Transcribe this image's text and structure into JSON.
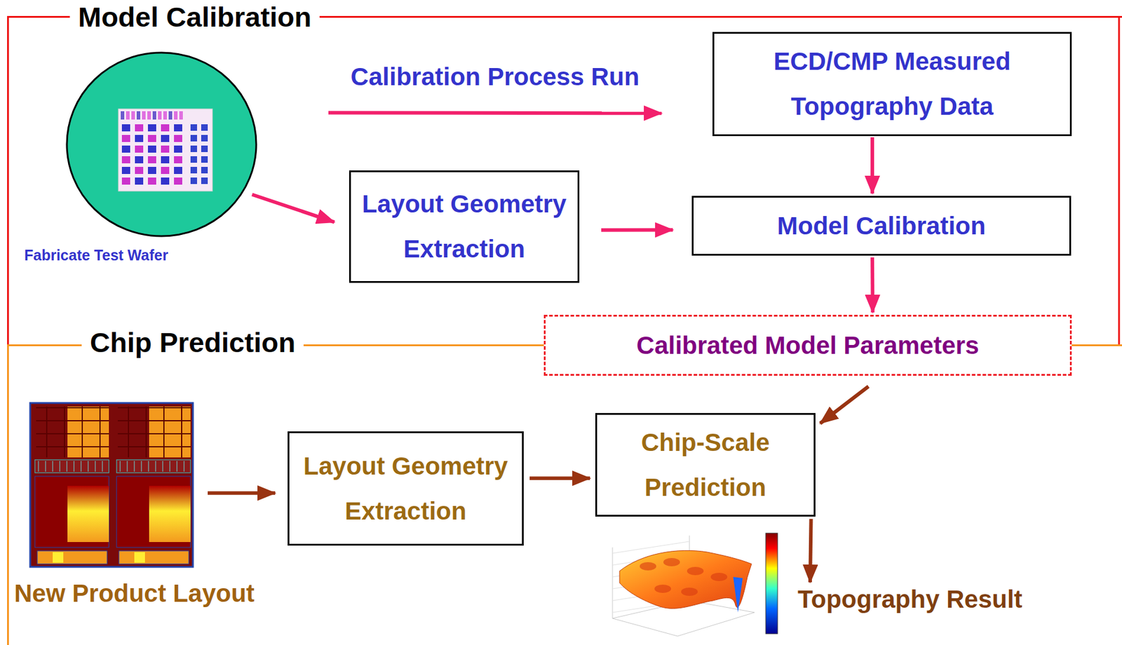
{
  "diagram": {
    "nodes": [
      {
        "text": [
          "Model Calibration"
        ]
      },
      {
        "text": [
          "Fabricate Test Wafer"
        ],
        "in": 0
      },
      {
        "text": [
          "ECD/CMP Measured Topography Data"
        ],
        "in": 0
      },
      {
        "text": [
          "Layout Geometry Extraction"
        ],
        "in": 0
      },
      {
        "text": [
          "Model Calibration"
        ],
        "in": 0
      },
      {
        "text": [
          "Chip Prediction"
        ]
      },
      {
        "text": [
          "Calibrated Model Parameters"
        ]
      },
      {
        "text": [
          "New Product Layout"
        ],
        "in": 5
      },
      {
        "text": [
          "Layout Geometry Extraction"
        ],
        "in": 5
      },
      {
        "text": [
          "Chip-Scale Prediction"
        ],
        "in": 5
      },
      {
        "text": [
          "Topography Result"
        ],
        "in": 5
      }
    ],
    "edges": [
      {
        "from": 1,
        "to": 2,
        "arrow": "to",
        "label": "Calibration Process Run"
      },
      {
        "from": 1,
        "to": 3,
        "arrow": "to"
      },
      {
        "from": 2,
        "to": 4,
        "arrow": "to"
      },
      {
        "from": 3,
        "to": 4,
        "arrow": "to"
      },
      {
        "from": 4,
        "to": 6,
        "arrow": "to"
      },
      {
        "from": 6,
        "to": 9,
        "arrow": "to"
      },
      {
        "from": 7,
        "to": 8,
        "arrow": "to"
      },
      {
        "from": 8,
        "to": 9,
        "arrow": "to"
      },
      {
        "from": 9,
        "to": 10,
        "arrow": "to"
      }
    ]
  }
}
